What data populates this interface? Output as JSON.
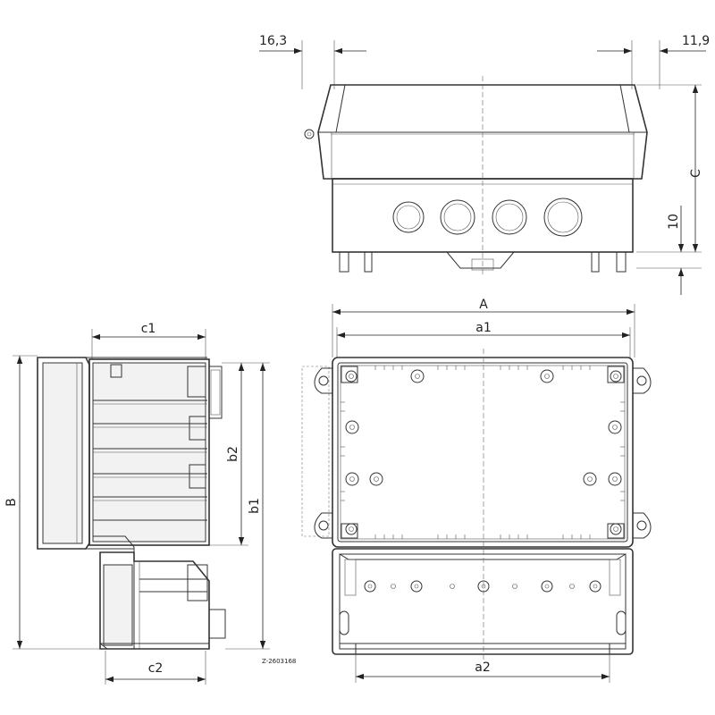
{
  "top_view": {
    "dim_left": "16,3",
    "dim_right": "11,9",
    "dim_height": "C",
    "dim_feet": "10"
  },
  "side_view": {
    "dim_c1": "c1",
    "dim_c2": "c2",
    "dim_B": "B",
    "dim_b1": "b1",
    "dim_b2": "b2",
    "drawing_code": "Z-2603168"
  },
  "front_view": {
    "dim_A": "A",
    "dim_a1": "a1",
    "dim_a2": "a2"
  }
}
